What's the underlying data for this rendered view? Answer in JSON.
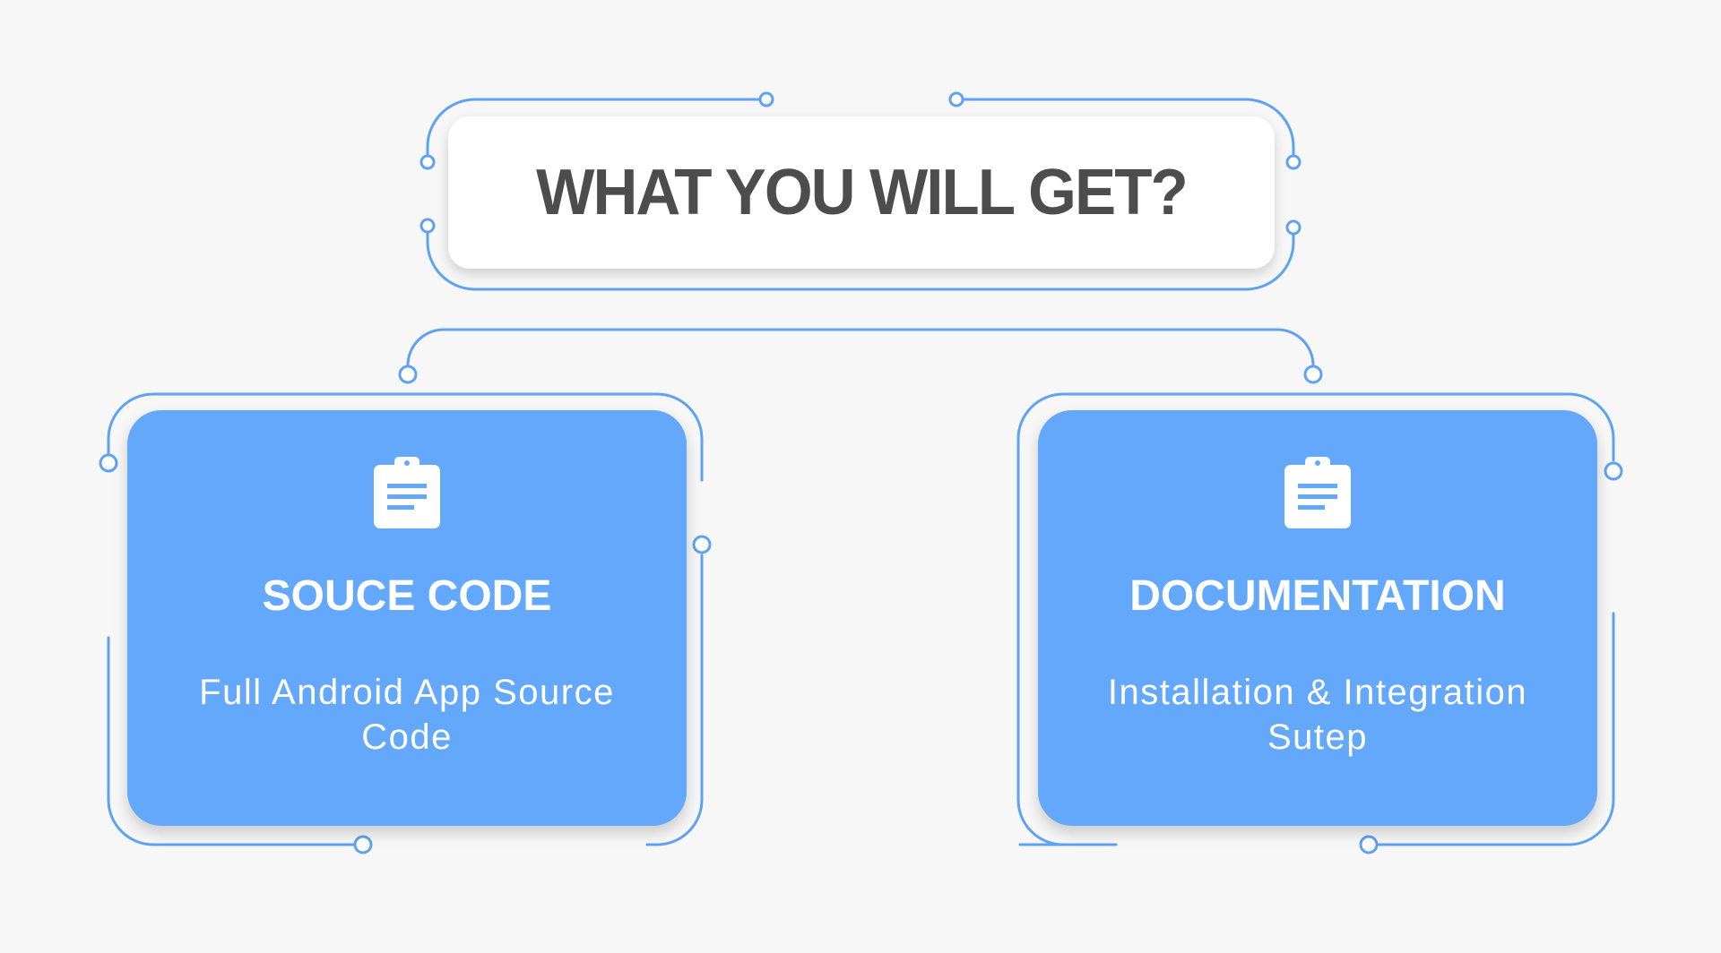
{
  "title": "WHAT YOU WILL GET?",
  "cards": [
    {
      "title": "SOUCE CODE",
      "description": "Full Android App Source Code",
      "icon": "clipboard-icon"
    },
    {
      "title": "DOCUMENTATION",
      "description": "Installation & Integration Sutep",
      "icon": "clipboard-icon"
    }
  ],
  "colors": {
    "background": "#f7f7f7",
    "accent": "#63a8fa",
    "line": "#5ea2f0",
    "title_text": "#4d4d4d",
    "card_text": "#ffffff"
  }
}
